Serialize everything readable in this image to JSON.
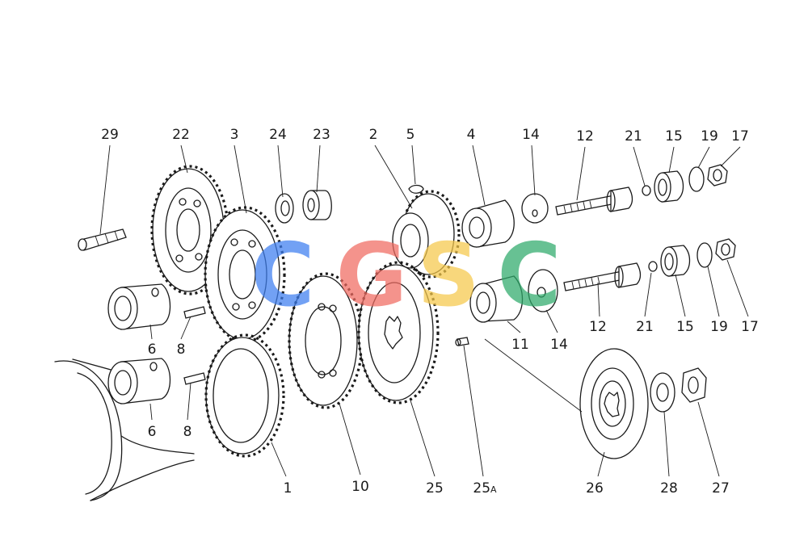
{
  "labels": {
    "l29": "29",
    "l22": "22",
    "l3": "3",
    "l24": "24",
    "l23": "23",
    "l2": "2",
    "l5": "5",
    "l4": "4",
    "l14a": "14",
    "l12a": "12",
    "l21a": "21",
    "l15a": "15",
    "l19a": "19",
    "l17a": "17",
    "l12b": "12",
    "l21b": "21",
    "l15b": "15",
    "l19b": "19",
    "l17b": "17",
    "l6a": "6",
    "l8a": "8",
    "l6b": "6",
    "l8b": "8",
    "l11": "11",
    "l14b": "14",
    "l1": "1",
    "l10": "10",
    "l25": "25",
    "l25a": "25",
    "l25a_sub": "A",
    "l26": "26",
    "l28": "28",
    "l27": "27"
  },
  "watermark": {
    "letters": [
      "C",
      "G",
      "S",
      "C"
    ],
    "colors": [
      "#3d7ef0",
      "#f06a60",
      "#f6c84a",
      "#2eaa6a"
    ]
  }
}
